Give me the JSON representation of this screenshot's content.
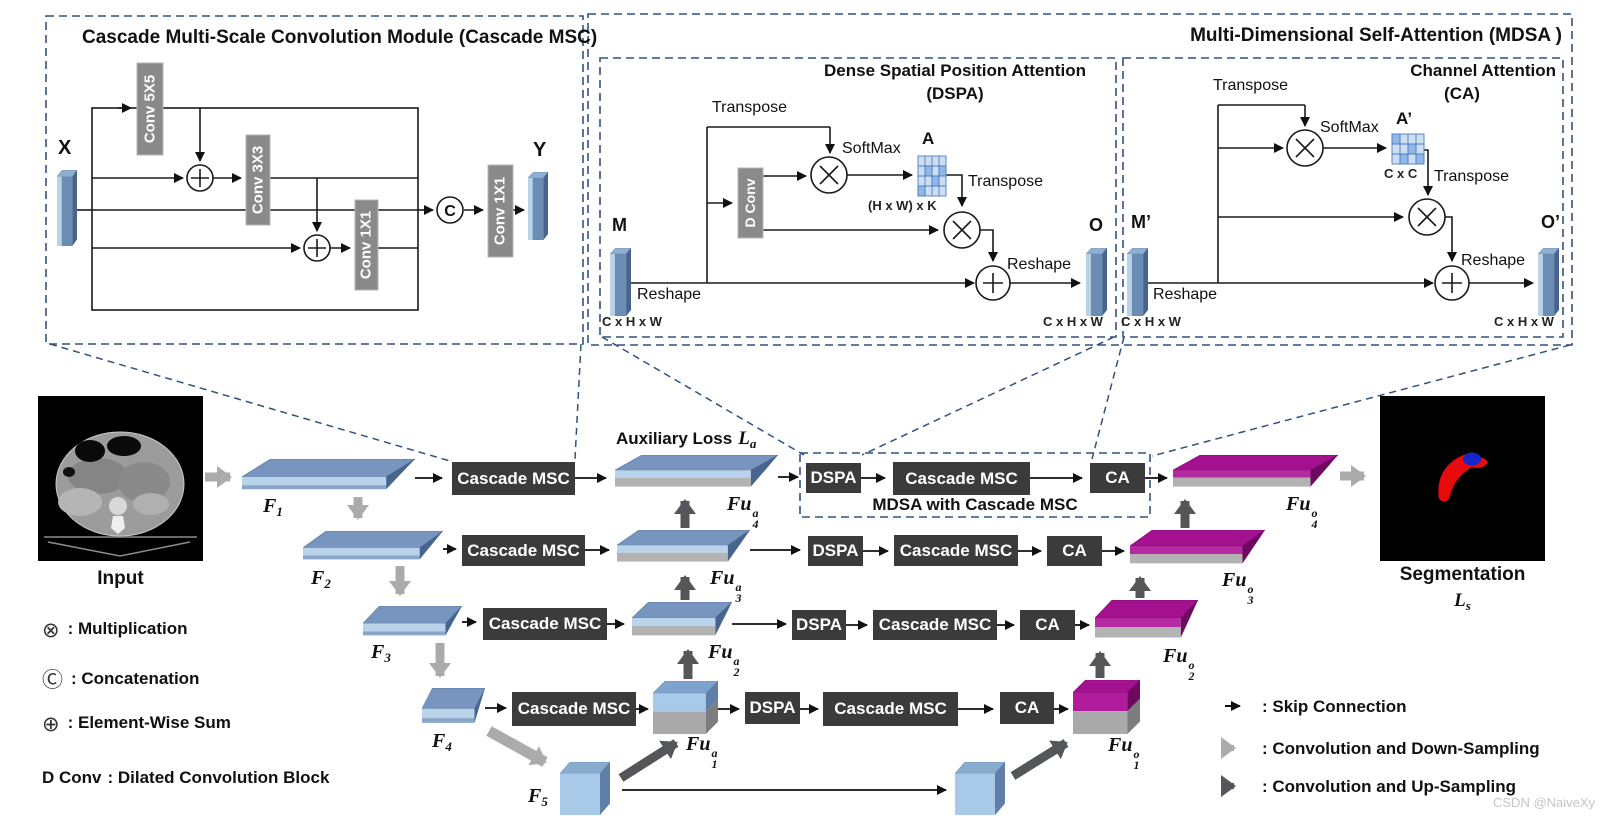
{
  "panel_cascade_msc": {
    "title": "Cascade Multi-Scale Convolution Module (Cascade MSC)",
    "input_label": "X",
    "output_label": "Y",
    "conv5": "Conv 5X5",
    "conv3": "Conv 3X3",
    "conv1": "Conv 1X1",
    "conv1_final": "Conv 1X1",
    "concat_symbol": "C"
  },
  "panel_mdsa": {
    "title": "Multi-Dimensional Self-Attention (MDSA )",
    "dspa": {
      "title": "Dense Spatial Position Attention",
      "subtitle": "(DSPA)",
      "input_label": "M",
      "input_dims": "C x H x W",
      "reshape_in": "Reshape",
      "transpose_top": "Transpose",
      "dconv": "D Conv",
      "softmax": "SoftMax",
      "attn_label": "A",
      "attn_dims": "(H x W) x K",
      "transpose_attn": "Transpose",
      "reshape_out": "Reshape",
      "output_label": "O",
      "output_dims": "C x H x W"
    },
    "ca": {
      "title": "Channel Attention",
      "subtitle": "(CA)",
      "input_label": "M’",
      "input_dims": "C x H x W",
      "reshape_in": "Reshape",
      "transpose_top": "Transpose",
      "softmax": "SoftMax",
      "attn_label": "A’",
      "attn_dims": "C x C",
      "transpose_attn": "Transpose",
      "reshape_out": "Reshape",
      "output_label": "O’",
      "output_dims": "C x H x W"
    }
  },
  "blocks": {
    "cascade_msc": "Cascade MSC",
    "dspa": "DSPA",
    "ca": "CA"
  },
  "main": {
    "input_caption": "Input",
    "aux_loss_text": "Auxiliary Loss",
    "aux_loss_sym": "L",
    "aux_loss_sub": "a",
    "mdsa_box_caption": "MDSA with Cascade MSC",
    "seg_caption": "Segmentation",
    "seg_loss_sym": "L",
    "seg_loss_sub": "s",
    "features": {
      "f1": {
        "base": "F",
        "sub": "1"
      },
      "f2": {
        "base": "F",
        "sub": "2"
      },
      "f3": {
        "base": "F",
        "sub": "3"
      },
      "f4": {
        "base": "F",
        "sub": "4"
      },
      "f5": {
        "base": "F",
        "sub": "5"
      },
      "fua4": {
        "base": "Fu",
        "sup": "a",
        "sub": "4"
      },
      "fua3": {
        "base": "Fu",
        "sup": "a",
        "sub": "3"
      },
      "fua2": {
        "base": "Fu",
        "sup": "a",
        "sub": "2"
      },
      "fua1": {
        "base": "Fu",
        "sup": "a",
        "sub": "1"
      },
      "fuo4": {
        "base": "Fu",
        "sup": "o",
        "sub": "4"
      },
      "fuo3": {
        "base": "Fu",
        "sup": "o",
        "sub": "3"
      },
      "fuo2": {
        "base": "Fu",
        "sup": "o",
        "sub": "2"
      },
      "fuo1": {
        "base": "Fu",
        "sup": "o",
        "sub": "1"
      }
    }
  },
  "legend_symbols": [
    {
      "symbol": "⊗",
      "label": ":  Multiplication"
    },
    {
      "symbol": "Ⓒ",
      "label": ":  Concatenation"
    },
    {
      "symbol": "⊕",
      "label": ":  Element-Wise Sum"
    },
    {
      "symbol": "D Conv",
      "label": ":   Dilated Convolution Block"
    }
  ],
  "legend_arrows": [
    {
      "label": ":  Skip Connection"
    },
    {
      "label": ":  Convolution and Down-Sampling"
    },
    {
      "label": ":  Convolution and Up-Sampling"
    }
  ],
  "watermark": "CSDN @NaiveXy",
  "colors": {
    "dash_blue": "#33517e",
    "box_dark": "#3b3b3b",
    "box_gray": "#8a8a8a",
    "slab_blue_top": "#7795bf",
    "slab_blue_light": "#b9d3ea",
    "slab_blue_side": "#46648e",
    "slab_gray_base": "#b3b3b3",
    "magenta_top": "#a3118f",
    "magenta_side": "#6d0a60",
    "grid_cell": "#cdddf2",
    "grid_cell_dark": "#8fb8e6",
    "arrow_black": "#111111",
    "arrow_gray": "#ababab",
    "arrow_dark": "#54565a"
  }
}
